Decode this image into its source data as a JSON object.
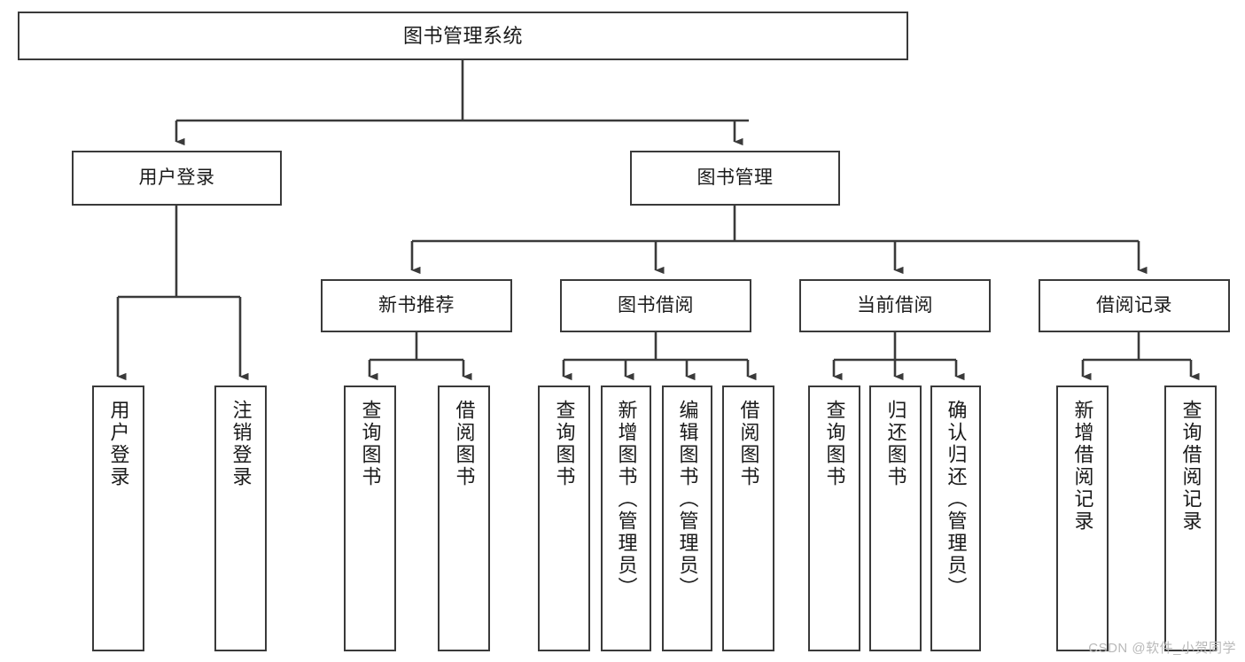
{
  "diagram": {
    "title": "图书管理系统",
    "type": "tree",
    "watermark": "CSDN @软件_小贺同学",
    "colors": {
      "node_border": "#3a3a3a",
      "node_fill": "#ffffff",
      "edge": "#3a3a3a",
      "text": "#1a1a1a",
      "watermark": "#b9b9b9",
      "background": "#ffffff"
    },
    "levels": [
      {
        "level": 0,
        "nodes": [
          {
            "id": "root",
            "label": "图书管理系统"
          }
        ]
      },
      {
        "level": 1,
        "nodes": [
          {
            "id": "l1-0",
            "label": "用户登录",
            "parent": "root"
          },
          {
            "id": "l1-1",
            "label": "图书管理",
            "parent": "root"
          }
        ]
      },
      {
        "level": 2,
        "nodes": [
          {
            "id": "l2-0",
            "label": "新书推荐",
            "parent": "l1-1"
          },
          {
            "id": "l2-1",
            "label": "图书借阅",
            "parent": "l1-1"
          },
          {
            "id": "l2-2",
            "label": "当前借阅",
            "parent": "l1-1"
          },
          {
            "id": "l2-3",
            "label": "借阅记录",
            "parent": "l1-1"
          }
        ]
      },
      {
        "level": 3,
        "nodes": [
          {
            "id": "l3-0",
            "label": "用户登录",
            "parent": "l1-0"
          },
          {
            "id": "l3-1",
            "label": "注销登录",
            "parent": "l1-0"
          },
          {
            "id": "l3-2",
            "label": "查询图书",
            "parent": "l2-0"
          },
          {
            "id": "l3-3",
            "label": "借阅图书",
            "parent": "l2-0"
          },
          {
            "id": "l3-4",
            "label": "查询图书",
            "parent": "l2-1"
          },
          {
            "id": "l3-5",
            "label": "新增图书（管理员）",
            "parent": "l2-1"
          },
          {
            "id": "l3-6",
            "label": "编辑图书（管理员）",
            "parent": "l2-1"
          },
          {
            "id": "l3-7",
            "label": "借阅图书",
            "parent": "l2-1"
          },
          {
            "id": "l3-8",
            "label": "查询图书",
            "parent": "l2-2"
          },
          {
            "id": "l3-9",
            "label": "归还图书",
            "parent": "l2-2"
          },
          {
            "id": "l3-10",
            "label": "确认归还（管理员）",
            "parent": "l2-2"
          },
          {
            "id": "l3-11",
            "label": "新增借阅记录",
            "parent": "l2-3"
          },
          {
            "id": "l3-12",
            "label": "查询借阅记录",
            "parent": "l2-3"
          }
        ]
      }
    ]
  }
}
